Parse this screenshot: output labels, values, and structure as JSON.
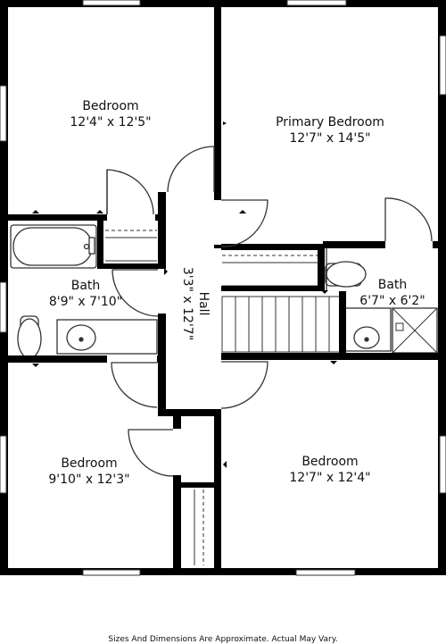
{
  "rooms": {
    "bedroom_tl": {
      "name": "Bedroom",
      "dims": "12'4\" x 12'5\""
    },
    "primary_bedroom": {
      "name": "Primary Bedroom",
      "dims": "12'7\" x 14'5\""
    },
    "bath_left": {
      "name": "Bath",
      "dims": "8'9\" x 7'10\""
    },
    "bath_right": {
      "name": "Bath",
      "dims": "6'7\" x 6'2\""
    },
    "hall": {
      "name": "Hall",
      "dims": "3'3\" x 12'7\""
    },
    "bedroom_bl": {
      "name": "Bedroom",
      "dims": "9'10\" x 12'3\""
    },
    "bedroom_br": {
      "name": "Bedroom",
      "dims": "12'7\" x 12'4\""
    }
  },
  "footer": "Sizes And Dimensions Are Approximate. Actual May Vary."
}
